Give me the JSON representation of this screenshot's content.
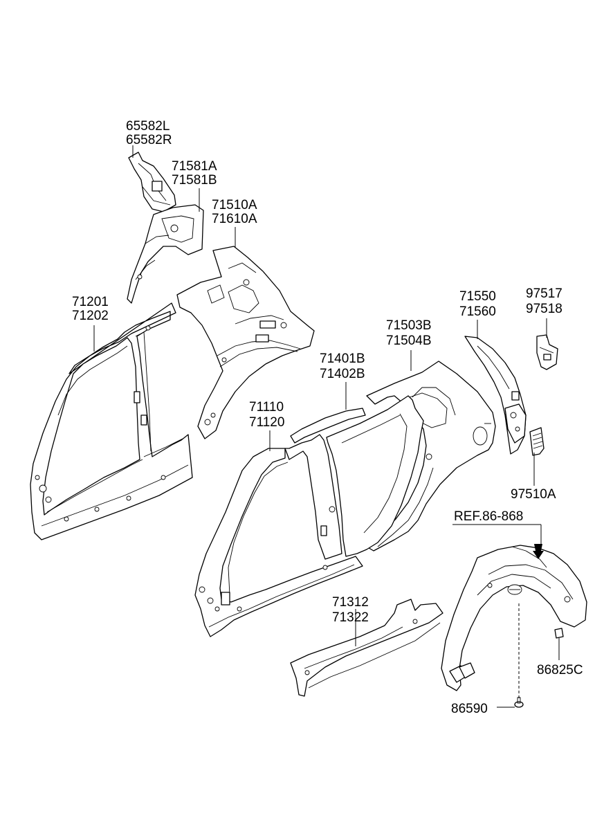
{
  "callouts": [
    {
      "id": "c1",
      "lines": [
        "65582L",
        "65582R"
      ]
    },
    {
      "id": "c2",
      "lines": [
        "71581A",
        "71581B"
      ]
    },
    {
      "id": "c3",
      "lines": [
        "71510A",
        "71610A"
      ]
    },
    {
      "id": "c4",
      "lines": [
        "71201",
        "71202"
      ]
    },
    {
      "id": "c5",
      "lines": [
        "71550",
        "71560"
      ]
    },
    {
      "id": "c6",
      "lines": [
        "97517",
        "97518"
      ]
    },
    {
      "id": "c7",
      "lines": [
        "71503B",
        "71504B"
      ]
    },
    {
      "id": "c8",
      "lines": [
        "71401B",
        "71402B"
      ]
    },
    {
      "id": "c9",
      "lines": [
        "71110",
        "71120"
      ]
    },
    {
      "id": "c10",
      "lines": [
        "97510A"
      ]
    },
    {
      "id": "c11",
      "lines": [
        "REF.86-868"
      ]
    },
    {
      "id": "c12",
      "lines": [
        "71312",
        "71322"
      ]
    },
    {
      "id": "c13",
      "lines": [
        "86825C"
      ]
    },
    {
      "id": "c14",
      "lines": [
        "86590"
      ]
    }
  ]
}
